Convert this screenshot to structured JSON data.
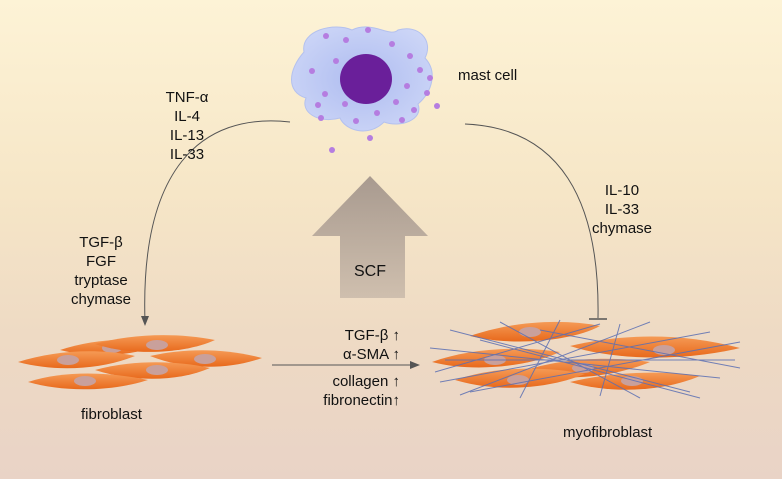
{
  "labels": {
    "mast_cell": "mast cell",
    "fibroblast": "fibroblast",
    "myofibroblast": "myofibroblast",
    "scf": "SCF"
  },
  "left_arrow_factors": [
    "TNF-α",
    "IL-4",
    "IL-13",
    "IL-33"
  ],
  "fibroblast_factors": [
    "TGF-β",
    "FGF",
    "tryptase",
    "chymase"
  ],
  "right_arrow_factors": [
    "IL-10",
    "IL-33",
    "chymase"
  ],
  "transition_markers": [
    "TGF-β",
    "α-SMA",
    "collagen",
    "fibronectin"
  ],
  "up_arrow_glyph": "↑",
  "colors": {
    "mast_cell_body": "#c2cdf4",
    "mast_cell_nucleus": "#6a1f9a",
    "granule": "#b57de0",
    "fibroblast": "#f07a30",
    "fibroblast_nucleus": "#c9a09b",
    "collagen_fiber": "#5b6fb3",
    "scf_arrow": "#b7a79a"
  }
}
